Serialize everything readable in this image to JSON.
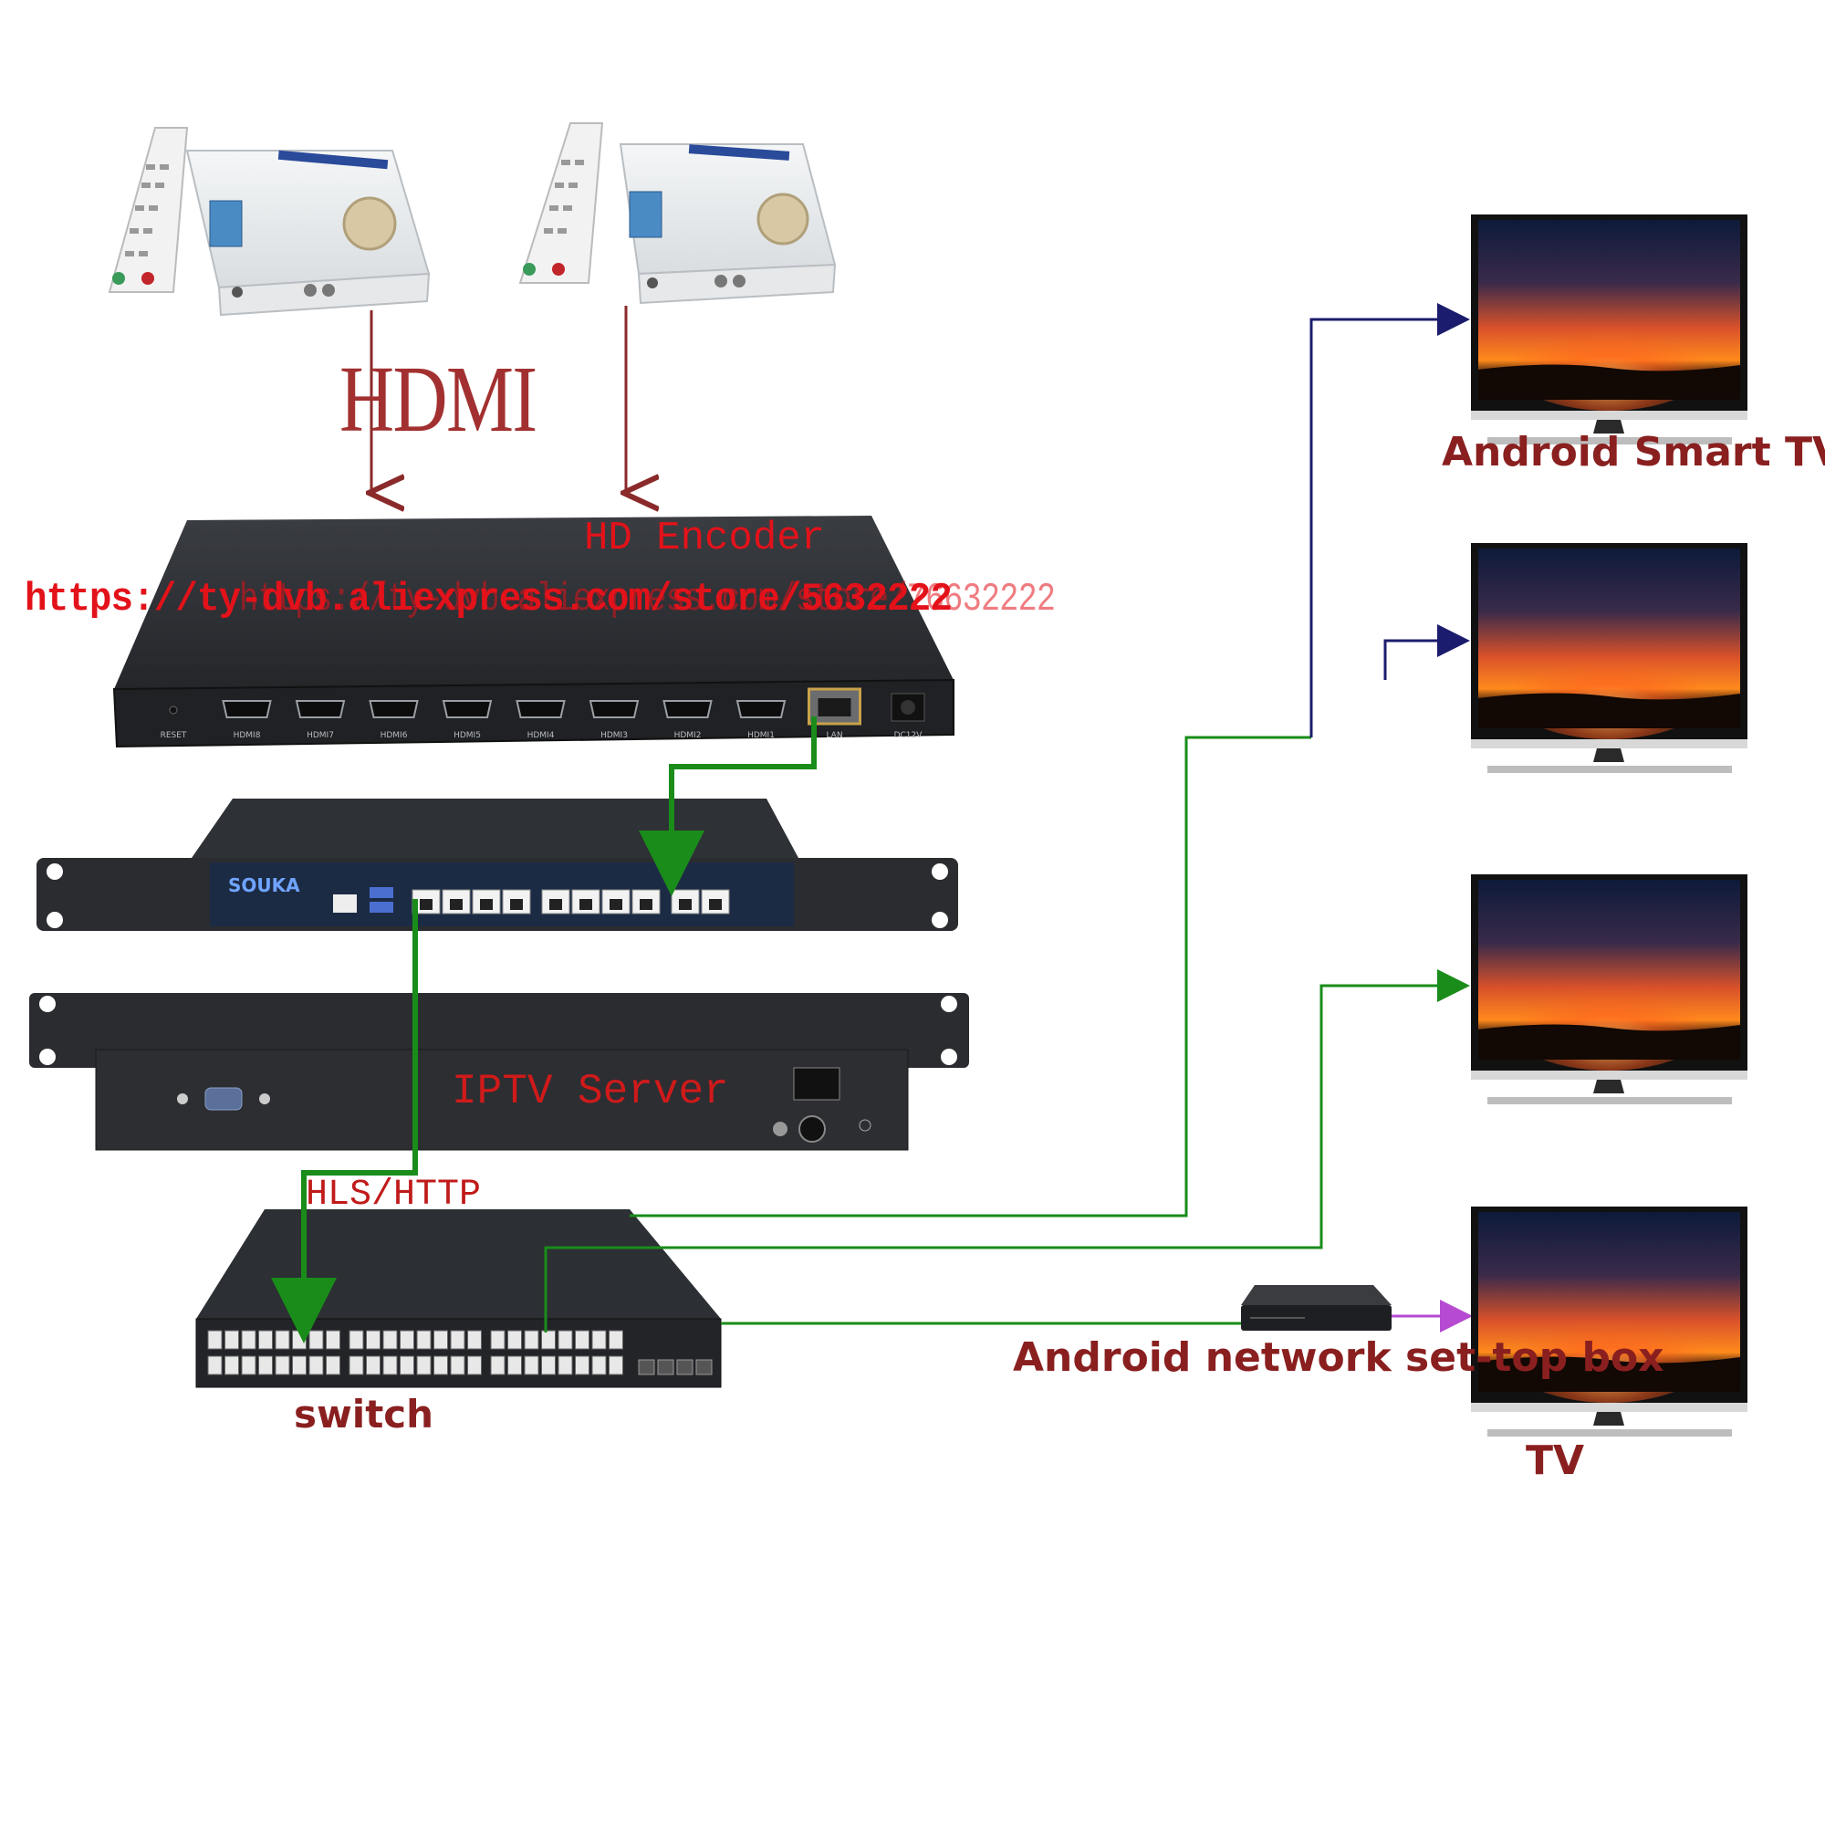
{
  "labels": {
    "hdmi": "HDMI",
    "encoder": "HD Encoder",
    "url": "https://ty-dvb.aliexpress.com/store/5632222",
    "url_overlap": "https://ty-dvb.aliexpress.com/store/76632222",
    "iptv_server": "IPTV Server",
    "hls_http": "HLS/HTTP",
    "switch": "switch",
    "android_smart_tv": "Android Smart TV",
    "android_stb": "Android network set-top box",
    "tv": "TV",
    "souka_brand": "SOUKA"
  },
  "encoder_ports": [
    "RESET",
    "HDMI8",
    "HDMI7",
    "HDMI6",
    "HDMI5",
    "HDMI4",
    "HDMI3",
    "HDMI2",
    "HDMI1",
    "LAN",
    "DC12V"
  ],
  "colors": {
    "background": "#ffffff",
    "device_dark": "#2b2d30",
    "device_mid": "#3b3e42",
    "link_green": "#1a8c1a",
    "link_navy": "#1c1c6e",
    "link_purple": "#b64bd1",
    "hdmi_arrow": "#8b2a2a",
    "label_red": "#e3121a",
    "label_darkred": "#a3151b",
    "label_brown": "#8a1f1f"
  }
}
